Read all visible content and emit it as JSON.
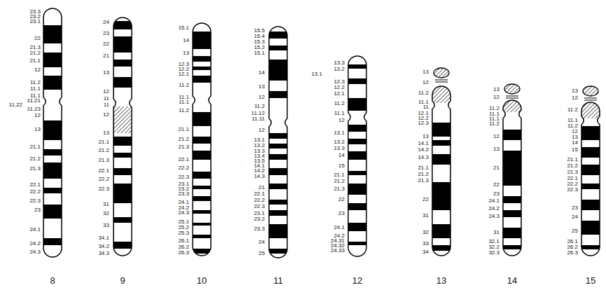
{
  "diagram": {
    "labels": [
      "23.3",
      "23.2",
      "23.1",
      "22",
      "21.3",
      "21.2",
      "21.1",
      "12",
      "11.2",
      "11.1",
      "11.1",
      "11.21",
      "11.22",
      "11.23",
      "12",
      "13",
      "21.1",
      "21.2",
      "21.3",
      "22.1",
      "22.2",
      "22.3",
      "23",
      "24.1",
      "24.2",
      "24.3",
      "8",
      "24",
      "23",
      "22",
      "21",
      "13",
      "12",
      "11",
      "11",
      "12",
      "13",
      "21.1",
      "21.2",
      "21.3",
      "22.1",
      "22.2",
      "22.3",
      "31",
      "32",
      "33",
      "34.1",
      "34.2",
      "34.3",
      "9",
      "15.1",
      "14",
      "13",
      "12.3",
      "12.2",
      "12.1",
      "11.2",
      "11.1",
      "11.1",
      "11.2",
      "21.1",
      "21.2",
      "21.3",
      "22.1",
      "22.2",
      "22.3",
      "23.1",
      "23.2",
      "23.3",
      "24.1",
      "24.2",
      "24.3",
      "25.1",
      "25.2",
      "25.3",
      "26.1",
      "26.2",
      "26.3",
      "10",
      "15.5",
      "15.4",
      "15.3",
      "15.2",
      "15.1",
      "14",
      "13",
      "12",
      "11.2",
      "11.12",
      "11.11",
      "12",
      "13.1",
      "13.2",
      "13.3",
      "13.4",
      "13.5",
      "14.1",
      "14.2",
      "14.3",
      "21",
      "22.1",
      "22.2",
      "22.3",
      "23.1",
      "23.2",
      "23.3",
      "24",
      "25",
      "11",
      "13.3",
      "13.2",
      "13.1",
      "12.3",
      "12.2",
      "12.1",
      "11.2",
      "11.1",
      "12",
      "13.1",
      "13.2",
      "13.3",
      "14",
      "15",
      "21.1",
      "21.2",
      "21.3",
      "22",
      "23",
      "24.1",
      "24.2",
      "24.31",
      "24.32",
      "24.33",
      "12",
      "13",
      "12",
      "11.2",
      "11.1",
      "11",
      "12.1",
      "12.2",
      "12.3",
      "13",
      "14.1",
      "14.2",
      "14.3",
      "21.1",
      "21.2",
      "21.3",
      "22",
      "31",
      "32",
      "33",
      "34",
      "13",
      "13",
      "12",
      "11.2",
      "11.1",
      "11.1",
      "11.2",
      "12",
      "13",
      "21",
      "22",
      "23",
      "24.1",
      "24.2",
      "24.3",
      "31",
      "32.1",
      "32.2",
      "32.3",
      "14",
      "13",
      "12",
      "11.2",
      "11.1",
      "11.2",
      "12",
      "13",
      "14",
      "15",
      "21.1",
      "21.2",
      "21.3",
      "22.1",
      "22.2",
      "22.3",
      "23",
      "24",
      "25",
      "26.1",
      "26.2",
      "26.3",
      "15"
    ]
  }
}
